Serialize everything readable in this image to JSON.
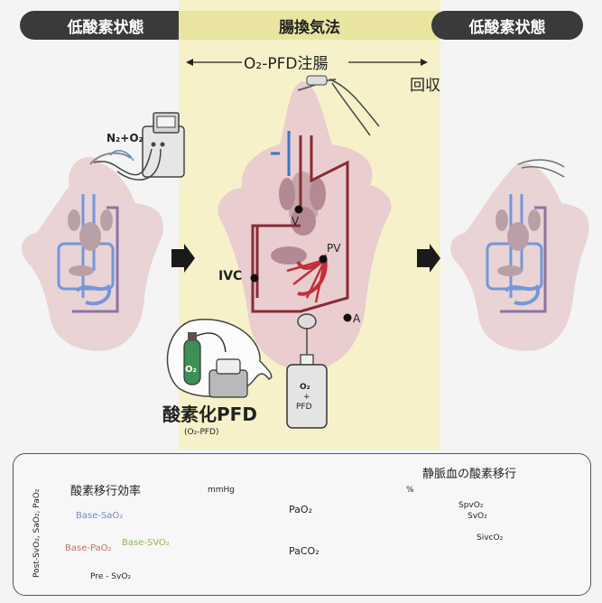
{
  "header": {
    "left_state": "低酸素状態",
    "center_method": "腸換気法",
    "right_state": "低酸素状態"
  },
  "flow": {
    "perfusion_label": "O₂-PFD注腸",
    "recovery_label": "回収",
    "gas_label": "N₂+O₂"
  },
  "vessel_labels": {
    "v": "V",
    "pv": "PV",
    "ivc": "IVC",
    "a": "A"
  },
  "device": {
    "title": "酸素化PFD",
    "subtitle": "(O₂-PFD)",
    "cylinder": "O₂",
    "bag_line1": "O₂",
    "bag_line2": "+",
    "bag_line3": "PFD"
  },
  "panel1": {
    "title": "酸素移行効率",
    "ylabel": "Post-SvO₂, SaO₂, PaO₂",
    "xlabel": "Pre - SvO₂",
    "legend": [
      "Base-SaO₂",
      "Base-SVO₂",
      "Base-PaO₂"
    ],
    "colors": [
      "#7a86c6",
      "#8fb85a",
      "#c0706a"
    ]
  },
  "panel2": {
    "unit": "mmHg",
    "series": [
      "PaO₂",
      "PaCO₂"
    ],
    "colors": [
      "#a0605a",
      "#3a93b5"
    ]
  },
  "panel3": {
    "title": "静脈血の酸素移行",
    "unit": "%",
    "series": [
      "SpvO₂",
      "SvO₂",
      "SivcO₂"
    ]
  }
}
